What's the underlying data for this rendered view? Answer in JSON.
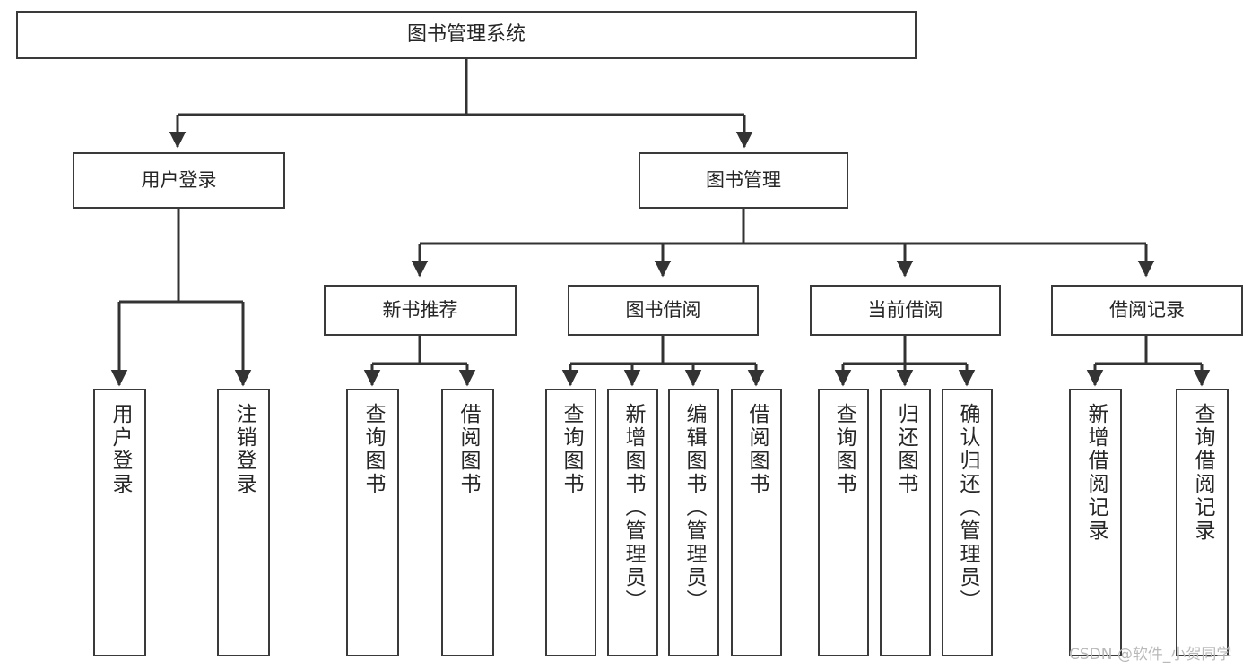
{
  "diagram": {
    "title": "图书管理系统",
    "type": "tree-hierarchy-chart",
    "watermark": "CSDN @软件_小贺同学",
    "colors": {
      "box_border": "#3a3a3a",
      "box_fill": "#ffffff",
      "edge": "#333333",
      "text": "#262626",
      "watermark": "#b9b9b9",
      "background": "#ffffff"
    }
  },
  "nodes": {
    "root": {
      "label": "图书管理系统"
    },
    "level1": [
      {
        "label": "用户登录"
      },
      {
        "label": "图书管理"
      }
    ],
    "level2": [
      {
        "label": "新书推荐"
      },
      {
        "label": "图书借阅"
      },
      {
        "label": "当前借阅"
      },
      {
        "label": "借阅记录"
      }
    ],
    "leaves": {
      "user_login": [
        {
          "label": "用户登录"
        },
        {
          "label": "注销登录"
        }
      ],
      "new_book_recommend": [
        {
          "label": "查询图书"
        },
        {
          "label": "借阅图书"
        }
      ],
      "book_borrow": [
        {
          "label": "查询图书"
        },
        {
          "label": "新增图书（管理员）"
        },
        {
          "label": "编辑图书（管理员）"
        },
        {
          "label": "借阅图书"
        }
      ],
      "current_borrow": [
        {
          "label": "查询图书"
        },
        {
          "label": "归还图书"
        },
        {
          "label": "确认归还（管理员）"
        }
      ],
      "borrow_record": [
        {
          "label": "新增借阅记录"
        },
        {
          "label": "查询借阅记录"
        }
      ]
    }
  }
}
